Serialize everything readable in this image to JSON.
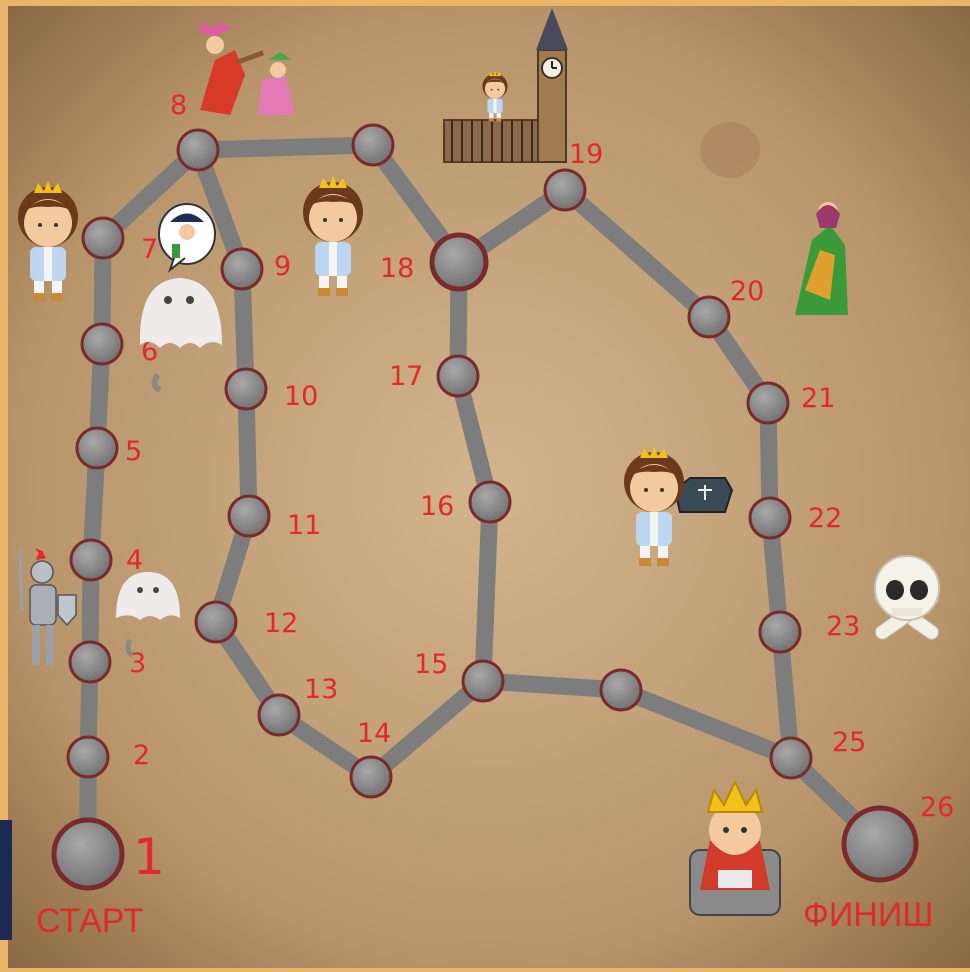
{
  "board": {
    "start_label": "СТАРТ",
    "finish_label": "ФИНИШ",
    "cells": [
      {
        "n": "1"
      },
      {
        "n": "2"
      },
      {
        "n": "3"
      },
      {
        "n": "4"
      },
      {
        "n": "5"
      },
      {
        "n": "6"
      },
      {
        "n": "7"
      },
      {
        "n": "8"
      },
      {
        "n": "9"
      },
      {
        "n": "10"
      },
      {
        "n": "11"
      },
      {
        "n": "12"
      },
      {
        "n": "13"
      },
      {
        "n": "14"
      },
      {
        "n": "15"
      },
      {
        "n": "16"
      },
      {
        "n": "17"
      },
      {
        "n": "18"
      },
      {
        "n": "19"
      },
      {
        "n": "20"
      },
      {
        "n": "21"
      },
      {
        "n": "22"
      },
      {
        "n": "23"
      },
      {
        "n": "25"
      },
      {
        "n": "26"
      }
    ]
  },
  "pieces": [
    {
      "name": "prince",
      "location": "7"
    },
    {
      "name": "prince",
      "location": "9"
    },
    {
      "name": "prince",
      "location": "19"
    },
    {
      "name": "prince",
      "location": "16"
    }
  ],
  "decorations": [
    "jesters",
    "big-ben",
    "old-lady",
    "ghost",
    "ghost",
    "knight",
    "skull",
    "coffin",
    "king",
    "pirate-bubble"
  ],
  "colors": {
    "frame": "#e8b56a",
    "parchment": "#c9a57c",
    "path": "#7d7d7d",
    "node_ring": "#7a2a2a",
    "label": "#e02a2a"
  }
}
